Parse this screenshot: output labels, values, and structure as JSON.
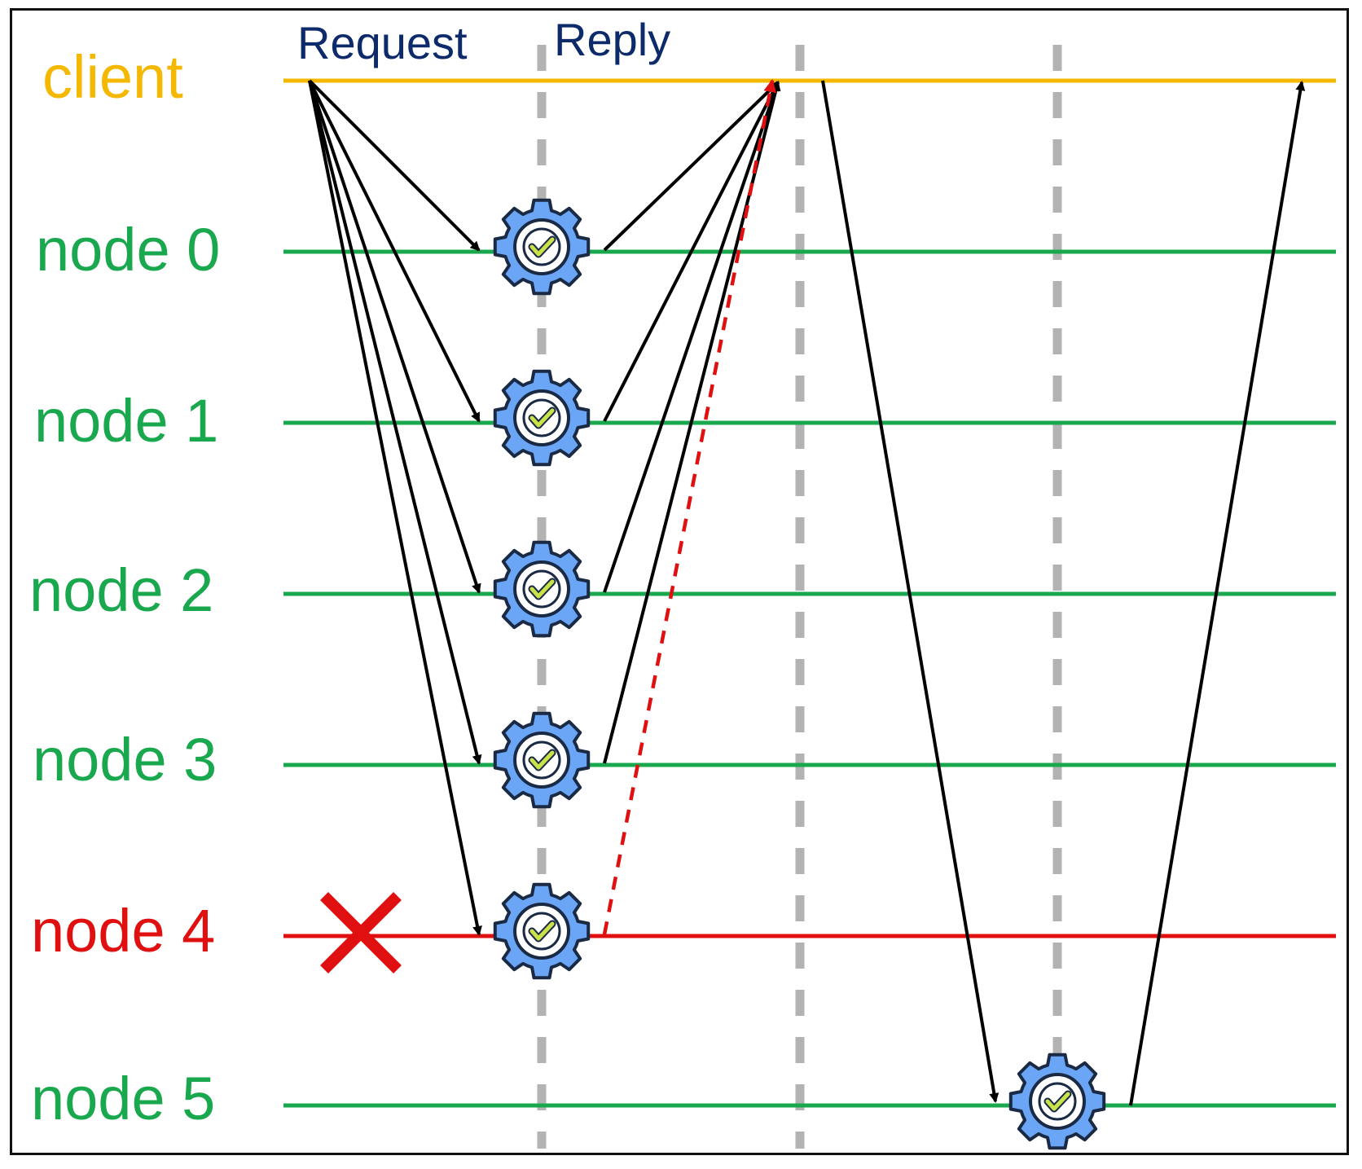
{
  "phases": {
    "request_label": "Request",
    "reply_label": "Reply"
  },
  "rows": [
    {
      "id": "client",
      "label": "client",
      "color": "#f5b800",
      "status": "client"
    },
    {
      "id": "node0",
      "label": "node 0",
      "color": "#1aa84f",
      "status": "ok"
    },
    {
      "id": "node1",
      "label": "node 1",
      "color": "#1aa84f",
      "status": "ok"
    },
    {
      "id": "node2",
      "label": "node 2",
      "color": "#1aa84f",
      "status": "ok"
    },
    {
      "id": "node3",
      "label": "node 3",
      "color": "#1aa84f",
      "status": "ok"
    },
    {
      "id": "node4",
      "label": "node 4",
      "color": "#e01010",
      "status": "failed"
    },
    {
      "id": "node5",
      "label": "node 5",
      "color": "#1aa84f",
      "status": "ok"
    }
  ],
  "icons": {
    "processing": "gear-check-icon",
    "failure": "red-x-icon"
  },
  "colors": {
    "gear_fill": "#6aa6f5",
    "gear_stroke": "#1a2a44",
    "check_fill": "#c9e24a",
    "dashed_divider": "#b3b3b3",
    "arrow": "#000000",
    "failed_reply_arrow": "#e01010"
  }
}
